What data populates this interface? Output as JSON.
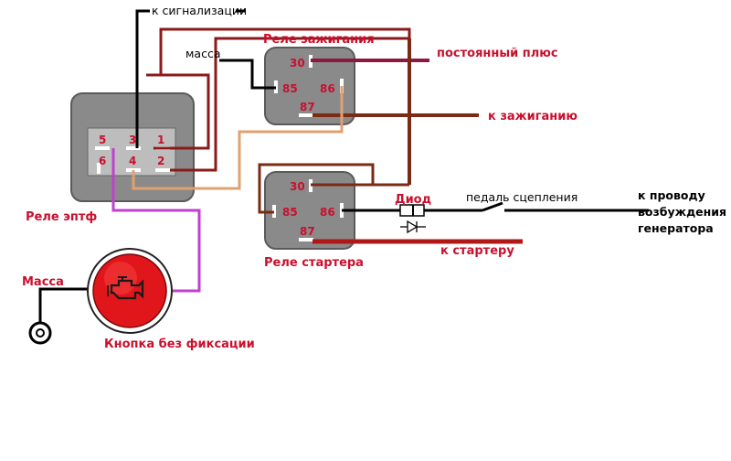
{
  "labels": {
    "alarm": "к сигнализации",
    "ignition_relay": "Реле зажигания",
    "ground_top": "масса",
    "constant_plus": "постоянный плюс",
    "to_ignition": "к зажиганию",
    "ecu_relay": "Реле эптф",
    "diode": "Диод",
    "clutch_pedal": "педаль сцепления",
    "to_generator_1": "к проводу",
    "to_generator_2": "возбуждения",
    "to_generator_3": "генератора",
    "starter_relay": "Реле стартера",
    "to_starter": "к стартеру",
    "ground_left": "Масса",
    "button_no_lock": "Кнопка без фиксации"
  },
  "ignition_relay_pins": {
    "p30": "30",
    "p85": "85",
    "p86": "86",
    "p87": "87"
  },
  "starter_relay_pins": {
    "p30": "30",
    "p85": "85",
    "p86": "86",
    "p87": "87"
  },
  "ecu_relay_pins": {
    "p5": "5",
    "p3": "3",
    "p1": "1",
    "p6": "6",
    "p4": "4",
    "p2": "2"
  },
  "colors": {
    "relay_body": "#8a8a8a",
    "relay_border": "#5a5a5a",
    "wire_brown": "#7b2a14",
    "wire_darkred": "#8b1a1a",
    "wire_red": "#b01818",
    "wire_orange": "#e0a070",
    "wire_purple": "#c040d0",
    "wire_black": "#000000",
    "label_red": "#c8102e",
    "button_red": "#e0161b"
  },
  "icons": {
    "engine": "engine-check-icon",
    "diode": "diode-icon",
    "switch": "switch-icon",
    "ring": "ground-ring-icon"
  }
}
